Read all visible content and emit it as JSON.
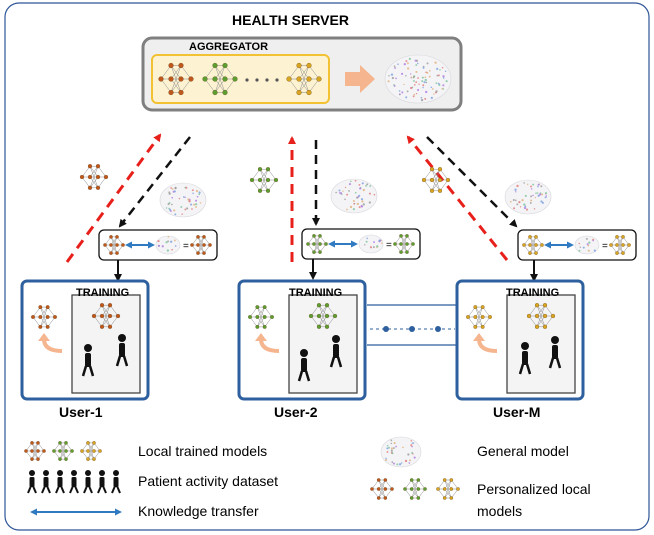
{
  "server": {
    "title": "HEALTH SERVER",
    "aggregator_label": "AGGREGATOR"
  },
  "clients": [
    {
      "name": "User-1",
      "training_label": "TRAINING"
    },
    {
      "name": "User-2",
      "training_label": "TRAINING"
    },
    {
      "name": "User-M",
      "training_label": "TRAINING"
    }
  ],
  "legend": {
    "local_models": "Local trained models",
    "activity_dataset": "Patient activity dataset",
    "knowledge_transfer": "Knowledge transfer",
    "general_model": "General model",
    "personalized_line1": "Personalized local",
    "personalized_line2": "models"
  },
  "colors": {
    "frame": "#2e5597",
    "server_border": "#7f7f7f",
    "aggregator_border": "#f2c233",
    "client_border": "#2e5f9e",
    "upload_arrow": "#e8201b",
    "download_arrow": "#111111",
    "transfer_arrow": "#2f7ac1",
    "flow_arrow": "#f5b58f",
    "model_orange": "#c0581c",
    "model_green": "#5c9e2f",
    "model_yellow": "#d9a420"
  }
}
